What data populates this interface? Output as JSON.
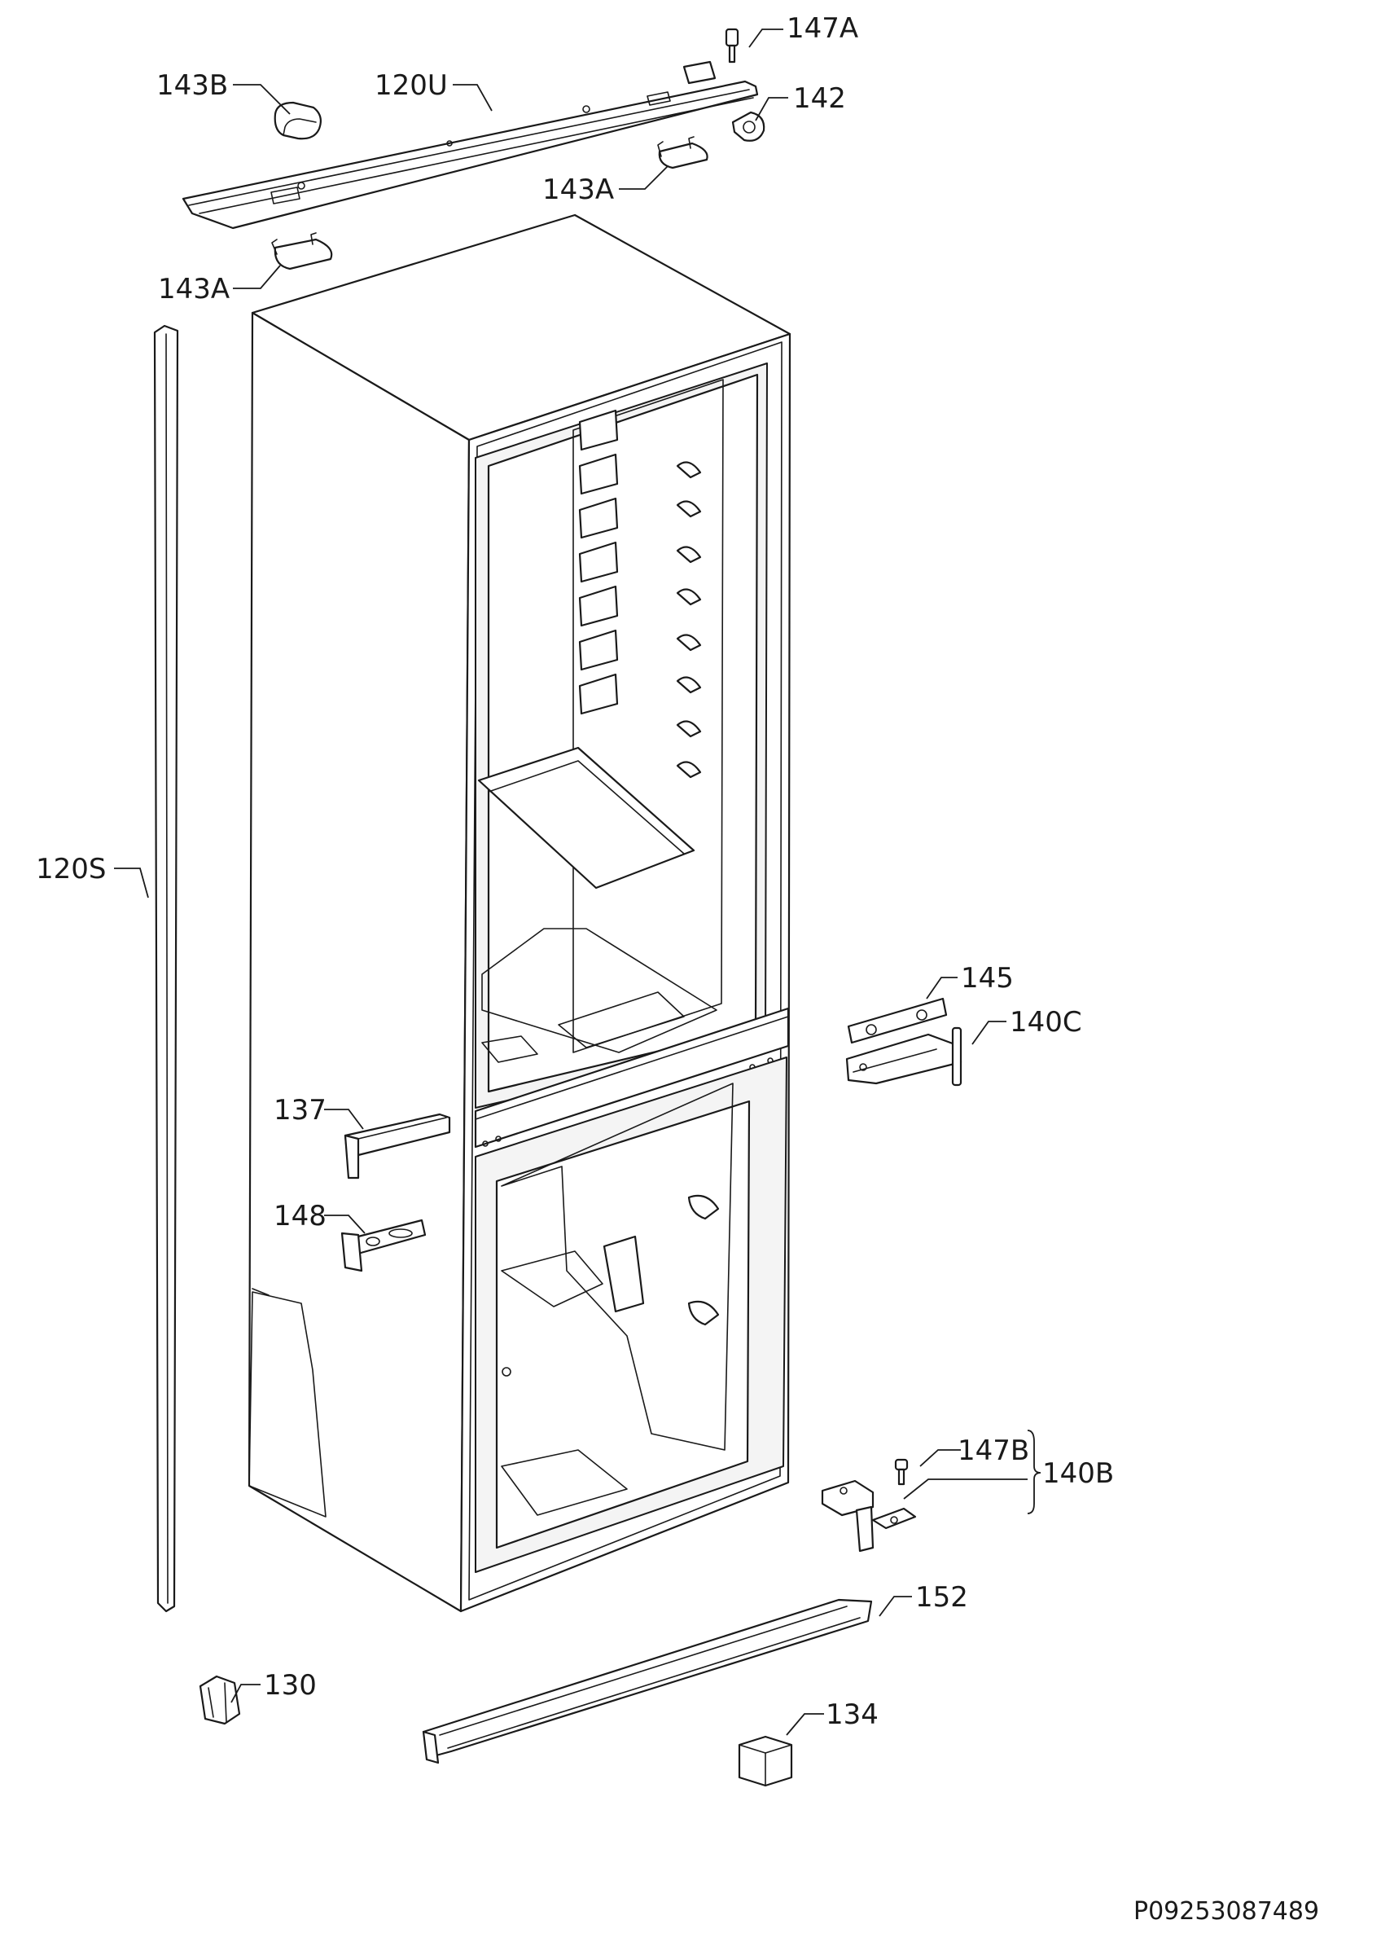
{
  "document_ref": "P09253087489",
  "labels": {
    "l147A": "147A",
    "l143B": "143B",
    "l120U": "120U",
    "l142": "142",
    "l143A_top": "143A",
    "l143A_left": "143A",
    "l120S": "120S",
    "l145": "145",
    "l140C": "140C",
    "l137": "137",
    "l148": "148",
    "l147B": "147B",
    "l140B": "140B",
    "l152": "152",
    "l130": "130",
    "l134": "134"
  }
}
